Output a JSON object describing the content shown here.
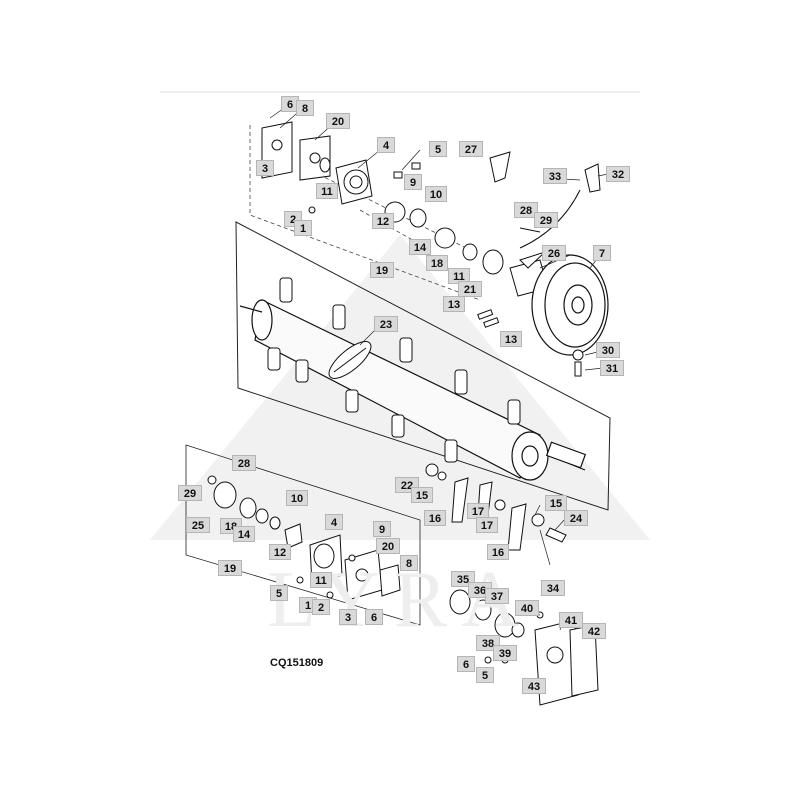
{
  "figure_code": "CQ151809",
  "watermark": "LYRA",
  "callouts": {
    "c6a": "6",
    "c8a": "8",
    "c20a": "20",
    "c4a": "4",
    "c5a": "5",
    "c27": "27",
    "c3a": "3",
    "c11a": "11",
    "c9a": "9",
    "c33": "33",
    "c32": "32",
    "c10a": "10",
    "c12a": "12",
    "c2a": "2",
    "c1a": "1",
    "c28a": "28",
    "c29a": "29",
    "c14a": "14",
    "c26": "26",
    "c7": "7",
    "c18a": "18",
    "c19a": "19",
    "c11b": "11",
    "c21": "21",
    "c13a": "13",
    "c13b": "13",
    "c23": "23",
    "c30": "30",
    "c31": "31",
    "c28b": "28",
    "c22": "22",
    "c15a": "15",
    "c29b": "29",
    "c15b": "15",
    "c10b": "10",
    "c16a": "16",
    "c17a": "17",
    "c17b": "17",
    "c24": "24",
    "c25": "25",
    "c18b": "18",
    "c14b": "14",
    "c12b": "12",
    "c4b": "4",
    "c9b": "9",
    "c16b": "16",
    "c20b": "20",
    "c19b": "19",
    "c11c": "11",
    "c8b": "8",
    "c34": "34",
    "c5b": "5",
    "c1b": "1",
    "c2b": "2",
    "c3b": "3",
    "c6b": "6",
    "c35": "35",
    "c36": "36",
    "c37": "37",
    "c40": "40",
    "c41": "41",
    "c42": "42",
    "c38": "38",
    "c39": "39",
    "c6c": "6",
    "c5c": "5",
    "c43": "43"
  }
}
